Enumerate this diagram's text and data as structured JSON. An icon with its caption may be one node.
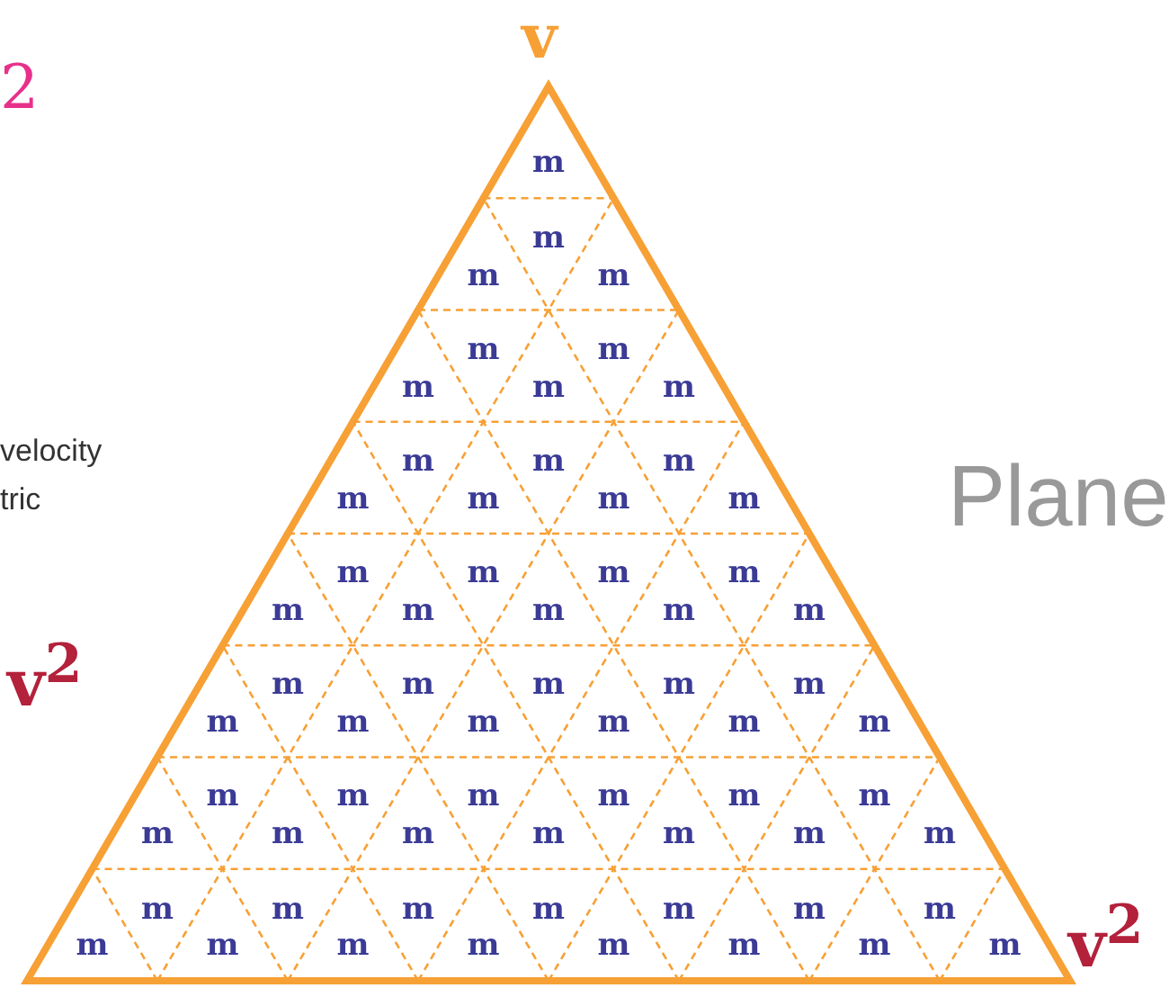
{
  "diagram": {
    "labels": [
      "2",
      "v",
      "velocity",
      "tric",
      "Plane",
      "v$^{2}$",
      "m",
      "m",
      "m",
      "m",
      "m",
      "m",
      "m",
      "m",
      "m",
      "m",
      "m",
      "m",
      "m",
      "m",
      "m",
      "m",
      "m",
      "m",
      "m",
      "m",
      "m",
      "m",
      "m",
      "m",
      "m",
      "m",
      "m",
      "m",
      "m",
      "m",
      "m",
      "m",
      "m",
      "m",
      "m",
      "m",
      "m",
      "m",
      "m",
      "m",
      "m",
      "m",
      "m",
      "m",
      "m",
      "m",
      "m",
      "m",
      "m",
      "m",
      "m",
      "m",
      "m",
      "m",
      "m",
      "m",
      "m",
      "m",
      "m",
      "m",
      "m",
      "m",
      "m",
      "m",
      "v$^{2}$"
    ]
  }
}
